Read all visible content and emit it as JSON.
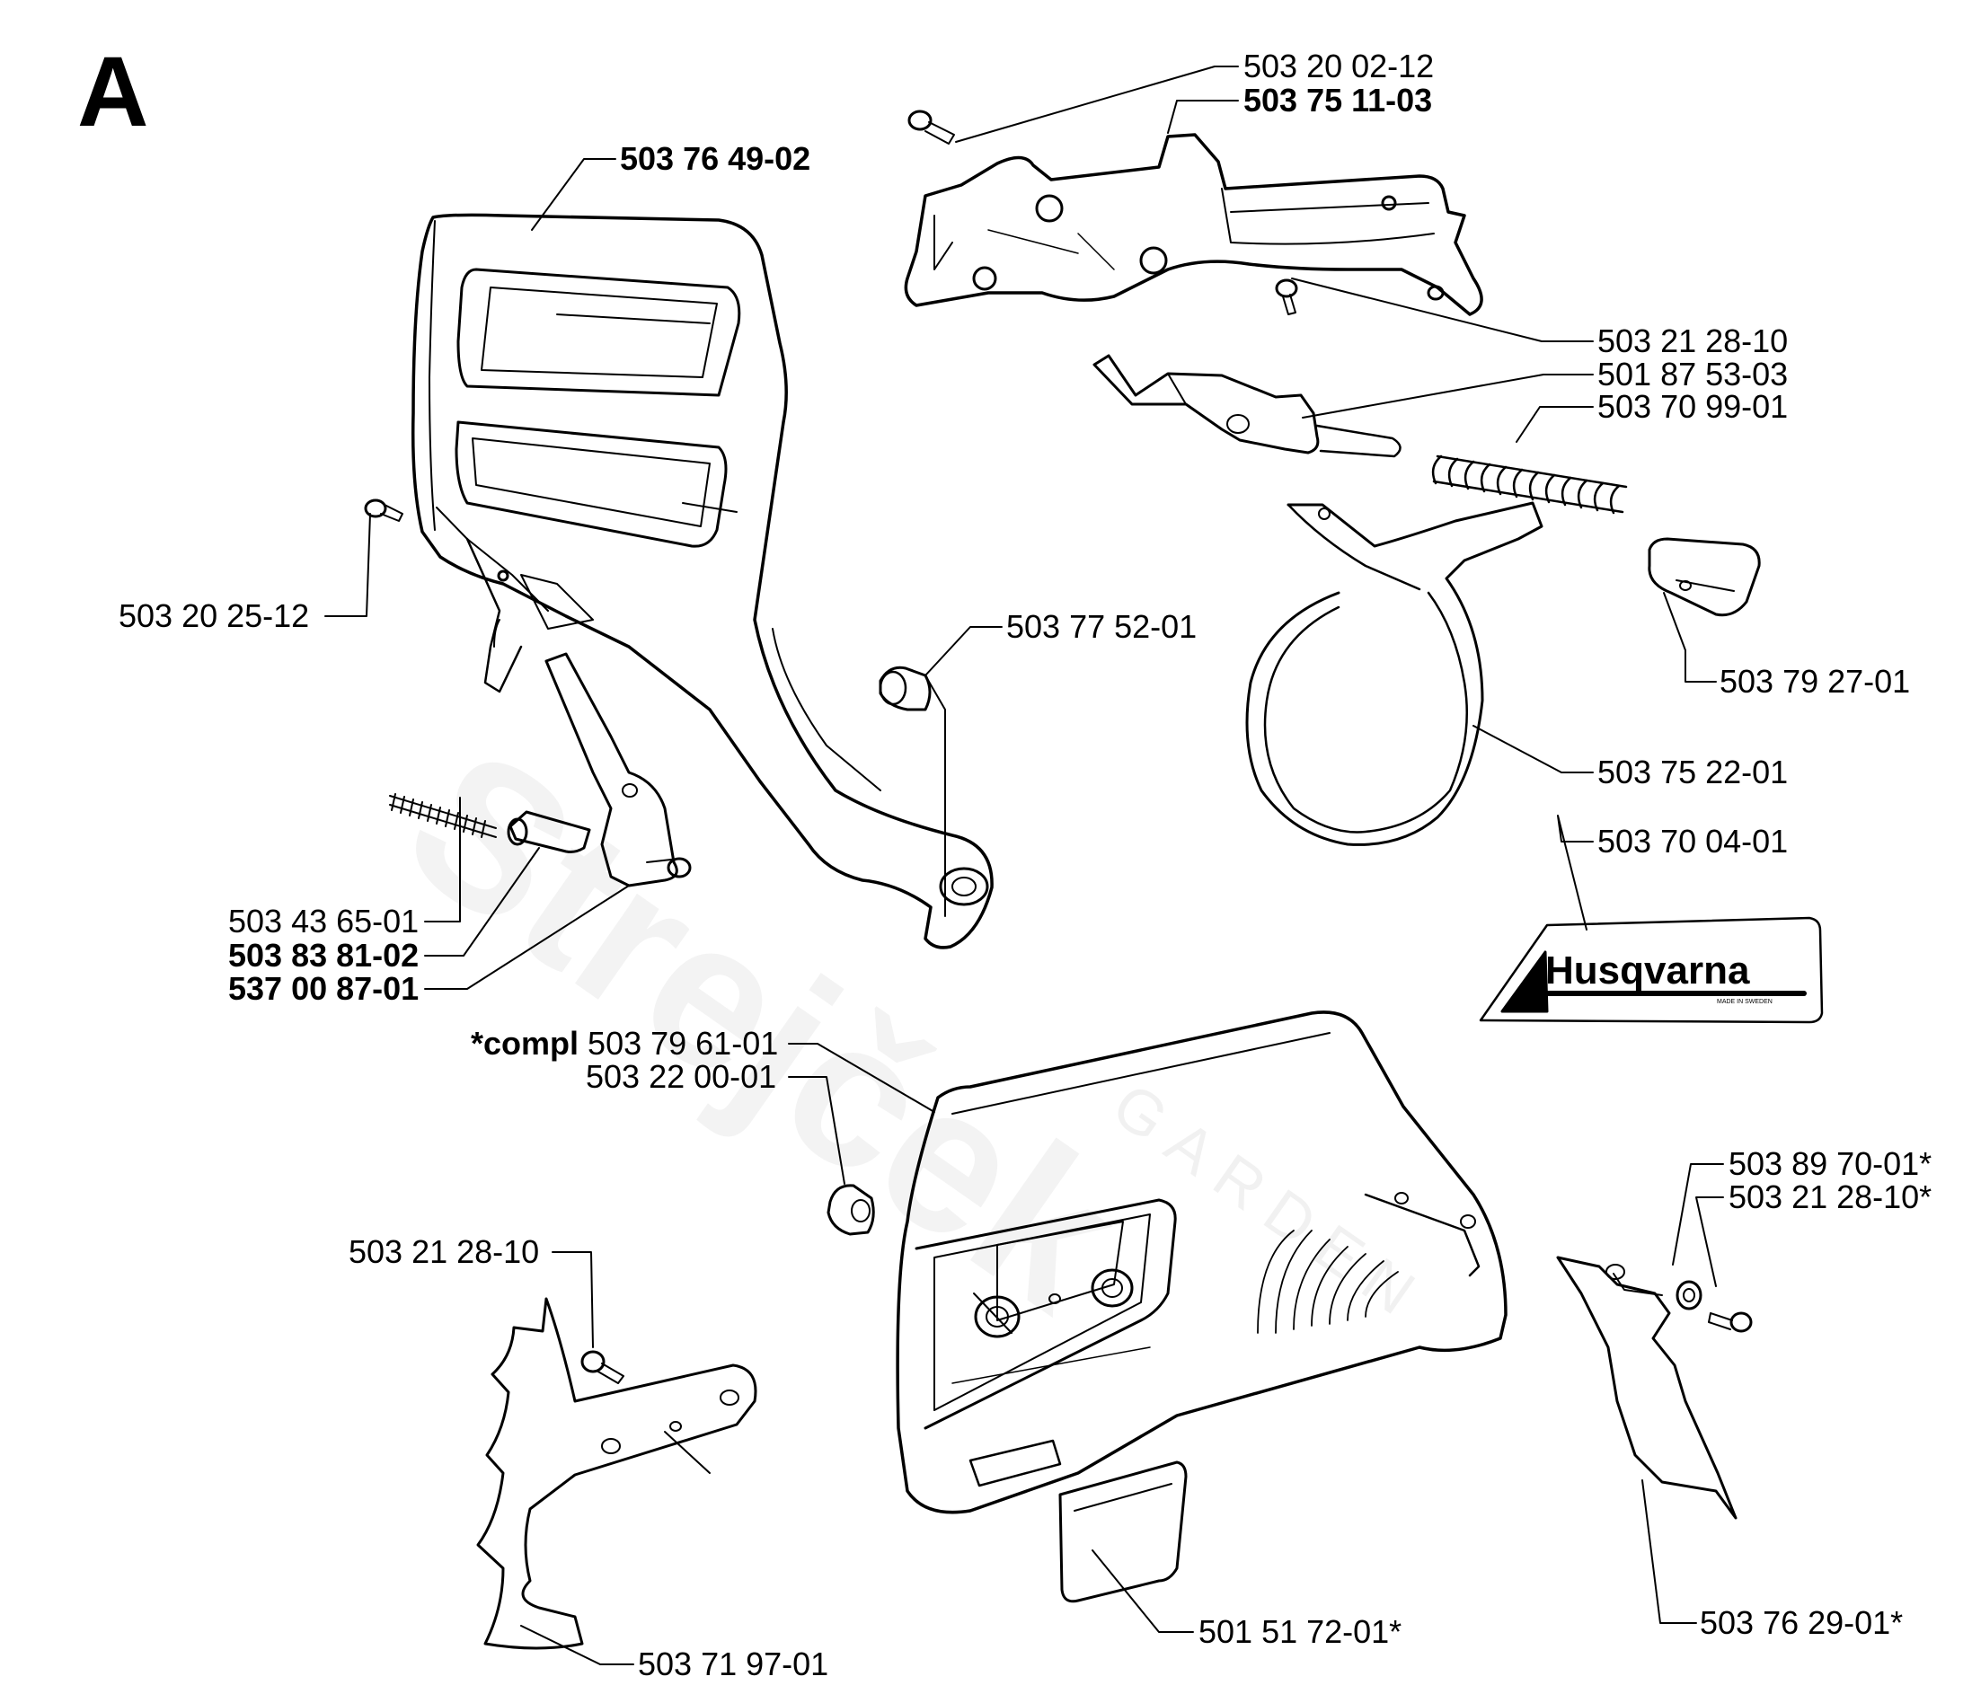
{
  "section_letter": "A",
  "watermark": {
    "main": "Strejček",
    "sub": "GARDEN"
  },
  "decal": {
    "brand": "Husqvarna",
    "made_in": "MADE IN SWEDEN"
  },
  "labels": {
    "p1": {
      "number": "503 20 02-12",
      "bold": false
    },
    "p2": {
      "number": "503 75 11-03",
      "bold": true
    },
    "p3": {
      "number": "503 76 49-02",
      "bold": true
    },
    "p4": {
      "number": "503 21 28-10",
      "bold": false
    },
    "p5": {
      "number": "501 87 53-03",
      "bold": false
    },
    "p6": {
      "number": "503 70 99-01",
      "bold": false
    },
    "p7": {
      "number": "503 20 25-12",
      "bold": false
    },
    "p8": {
      "number": "503 77 52-01",
      "bold": false
    },
    "p9": {
      "number": "503 79 27-01",
      "bold": false
    },
    "p10": {
      "number": "503 75 22-01",
      "bold": false
    },
    "p11": {
      "number": "503 70 04-01",
      "bold": false
    },
    "p12": {
      "number": "503 43 65-01",
      "bold": false
    },
    "p13": {
      "number": "503 83 81-02",
      "bold": true
    },
    "p14": {
      "number": "537 00 87-01",
      "bold": true
    },
    "p15": {
      "prefix": "*compl",
      "number": "503 79 61-01",
      "bold": false
    },
    "p16": {
      "number": "503 22 00-01",
      "bold": false
    },
    "p17": {
      "number": "503 89 70-01*",
      "bold": false
    },
    "p18": {
      "number": "503 21 28-10*",
      "bold": false
    },
    "p19": {
      "number": "503 21 28-10",
      "bold": false
    },
    "p20": {
      "number": "501 51 72-01*",
      "bold": false
    },
    "p21": {
      "number": "503 76 29-01*",
      "bold": false
    },
    "p22": {
      "number": "503 71 97-01",
      "bold": false
    }
  }
}
